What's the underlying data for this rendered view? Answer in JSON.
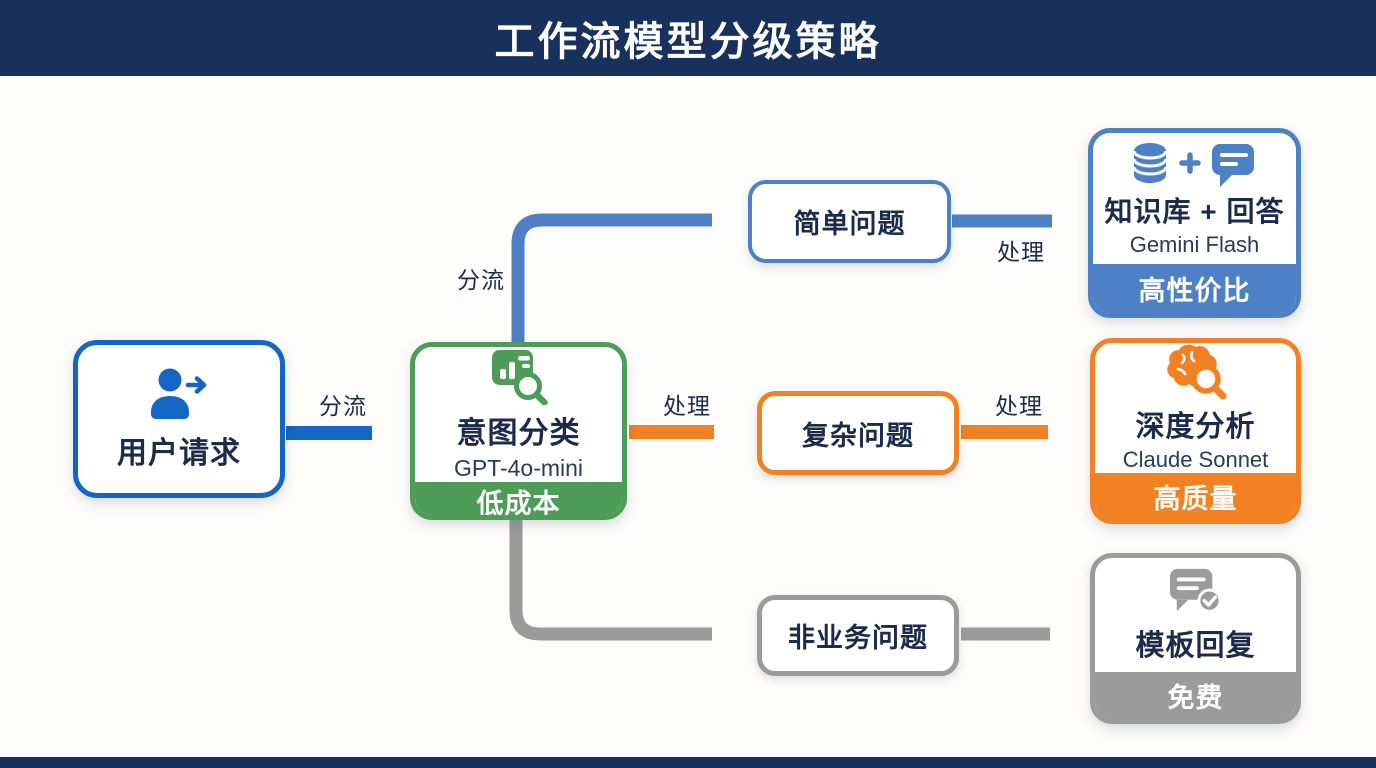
{
  "page": {
    "title": "工作流模型分级策略"
  },
  "colors": {
    "navy": "#17305c",
    "blue": "#1565c4",
    "steel_blue": "#4d80c4",
    "green": "#4f9b58",
    "orange": "#f18122",
    "gray": "#9b9b9b",
    "text_dark": "#1c2b4c",
    "canvas": "#fefdfb"
  },
  "nodes": {
    "user_request": {
      "label": "用户请求",
      "icon": "user-arrow-icon"
    },
    "classifier": {
      "title": "意图分类",
      "model": "GPT-4o-mini",
      "badge": "低成本",
      "icon": "chart-search-icon"
    },
    "simple_question": {
      "label": "简单问题"
    },
    "knowledge": {
      "title": "知识库 + 回答",
      "model": "Gemini Flash",
      "badge": "高性价比",
      "icon": "database-plus-chat-icon"
    },
    "complex_question": {
      "label": "复杂问题"
    },
    "deep_analysis": {
      "title": "深度分析",
      "model": "Claude Sonnet",
      "badge": "高质量",
      "icon": "brain-search-icon"
    },
    "non_business": {
      "label": "非业务问题"
    },
    "template_reply": {
      "title": "模板回复",
      "badge": "免费",
      "icon": "chat-check-icon"
    }
  },
  "edges": {
    "user_to_classifier": "分流",
    "classifier_to_simple": "分流",
    "simple_to_knowledge": "处理",
    "classifier_to_complex": "处理",
    "complex_to_deep": "处理"
  }
}
